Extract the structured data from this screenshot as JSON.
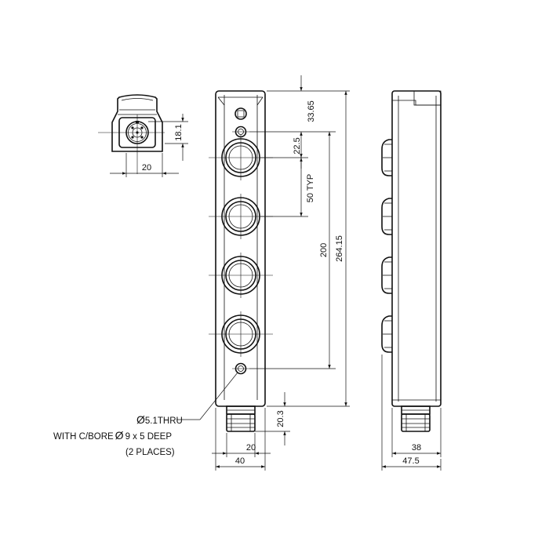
{
  "dimensions": {
    "connector_pin_height": "18.1",
    "connector_width": "20",
    "top_offset": "33.65",
    "first_spacing": "22.5",
    "typical_spacing": "50 TYP",
    "hole_span": "200",
    "overall_length": "264.15",
    "bottom_offset": "20.3",
    "front_connector_width": "20",
    "front_body_width": "40",
    "side_connector_width": "38",
    "side_body_width": "47.5"
  },
  "notes": {
    "hole_thru": "5.1THRU",
    "hole_cbore": "9 x 5 DEEP",
    "cbore_prefix": "WITH C/BORE",
    "places": "(2 PLACES)"
  },
  "symbols": {
    "diameter": "Ø"
  }
}
